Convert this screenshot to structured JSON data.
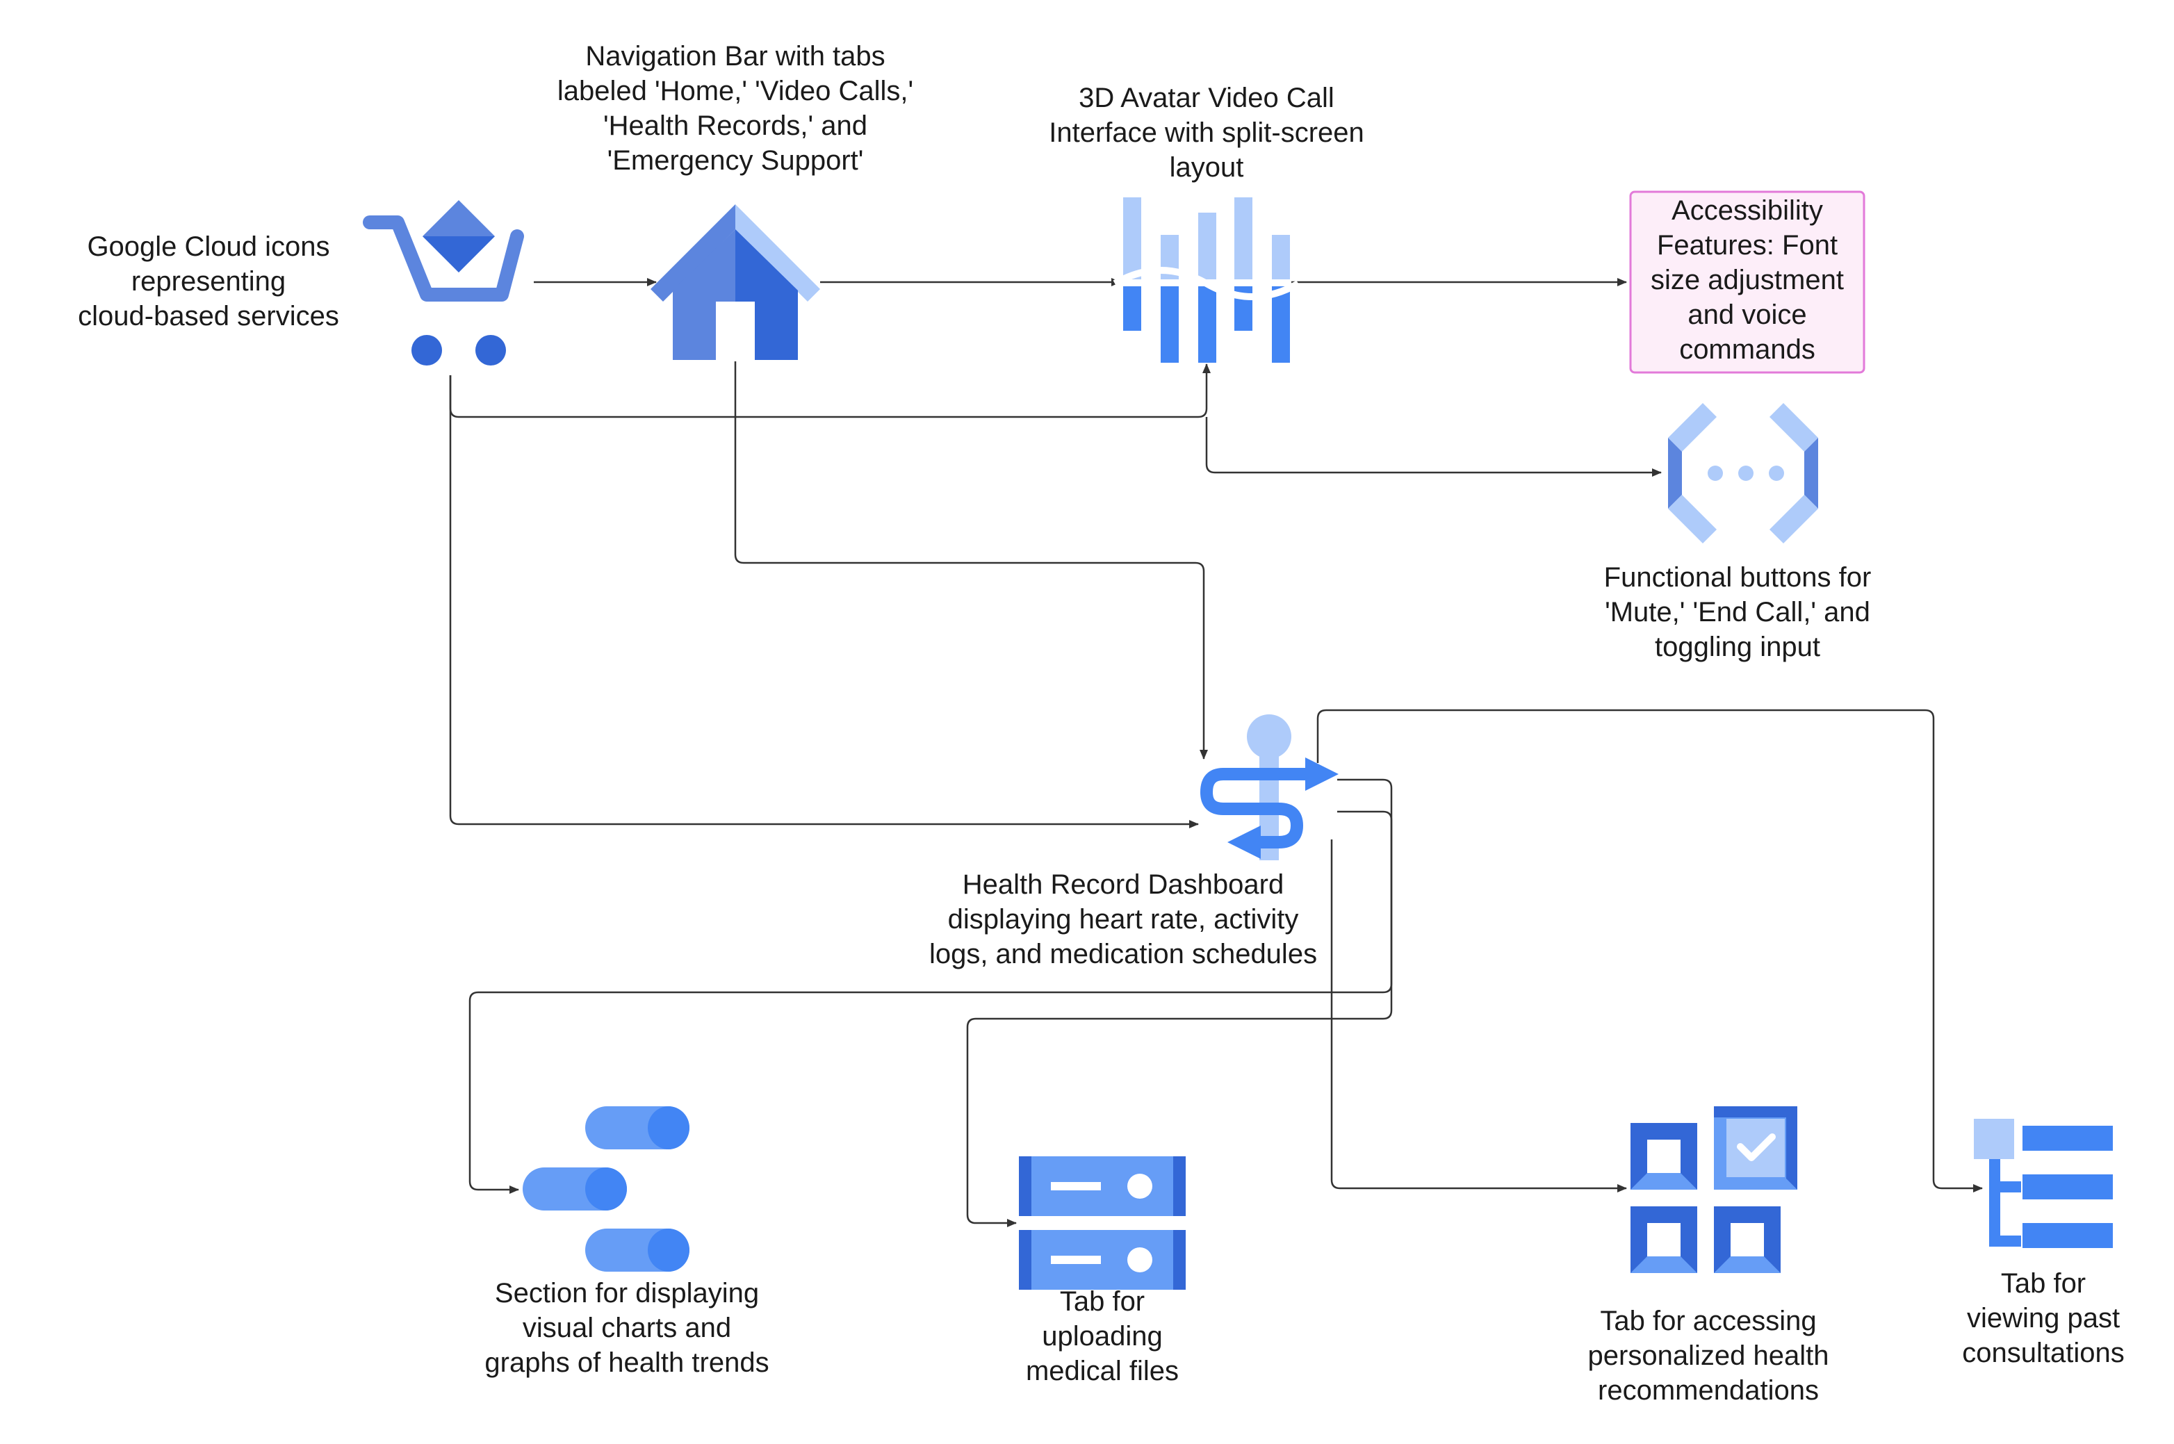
{
  "colors": {
    "primary": "#5c85de",
    "medium": "#669df6",
    "light": "#aecbfa",
    "dark": "#3367d6",
    "bright": "#4285f4",
    "connector": "#333333",
    "highlight_border": "#e27ad9",
    "highlight_fill": "#fdeef9"
  },
  "nodes": [
    {
      "id": "cloud",
      "icon": "shopping-cart-icon",
      "label_lines": [
        "Google Cloud icons",
        "representing",
        "cloud-based services"
      ]
    },
    {
      "id": "navbar",
      "icon": "home-icon",
      "label_lines": [
        "Navigation Bar with tabs",
        "labeled 'Home,' 'Video Calls,'",
        "'Health Records,' and",
        "'Emergency Support'"
      ]
    },
    {
      "id": "videocall",
      "icon": "waveform-icon",
      "label_lines": [
        "3D Avatar Video Call",
        "Interface with split-screen",
        "layout"
      ]
    },
    {
      "id": "accessibility",
      "icon": "",
      "label_lines": [
        "Accessibility",
        "Features: Font",
        "size adjustment",
        "and voice",
        "commands"
      ]
    },
    {
      "id": "buttons",
      "icon": "api-brackets-icon",
      "label_lines": [
        "Functional buttons for",
        "'Mute,' 'End Call,' and",
        "toggling input"
      ]
    },
    {
      "id": "dashboard",
      "icon": "healthcare-caduceus-icon",
      "label_lines": [
        "Health Record Dashboard",
        "displaying heart rate, activity",
        "logs, and medication schedules"
      ]
    },
    {
      "id": "charts",
      "icon": "pipeline-cylinders-icon",
      "label_lines": [
        "Section for displaying",
        "visual charts and",
        "graphs of health trends"
      ]
    },
    {
      "id": "uploads",
      "icon": "storage-server-icon",
      "label_lines": [
        "Tab for",
        "uploading",
        "medical files"
      ]
    },
    {
      "id": "recommendations",
      "icon": "checklist-grid-icon",
      "label_lines": [
        "Tab for accessing",
        "personalized health",
        "recommendations"
      ]
    },
    {
      "id": "consultations",
      "icon": "tree-list-icon",
      "label_lines": [
        "Tab for",
        "viewing past",
        "consultations"
      ]
    }
  ],
  "edges": [
    {
      "from": "cloud",
      "to": "navbar"
    },
    {
      "from": "navbar",
      "to": "videocall"
    },
    {
      "from": "videocall",
      "to": "accessibility"
    },
    {
      "from": "cloud",
      "to": "videocall"
    },
    {
      "from": "videocall",
      "to": "buttons"
    },
    {
      "from": "navbar",
      "to": "dashboard"
    },
    {
      "from": "cloud",
      "to": "dashboard"
    },
    {
      "from": "dashboard",
      "to": "charts"
    },
    {
      "from": "dashboard",
      "to": "uploads"
    },
    {
      "from": "dashboard",
      "to": "recommendations"
    },
    {
      "from": "dashboard",
      "to": "consultations"
    }
  ]
}
